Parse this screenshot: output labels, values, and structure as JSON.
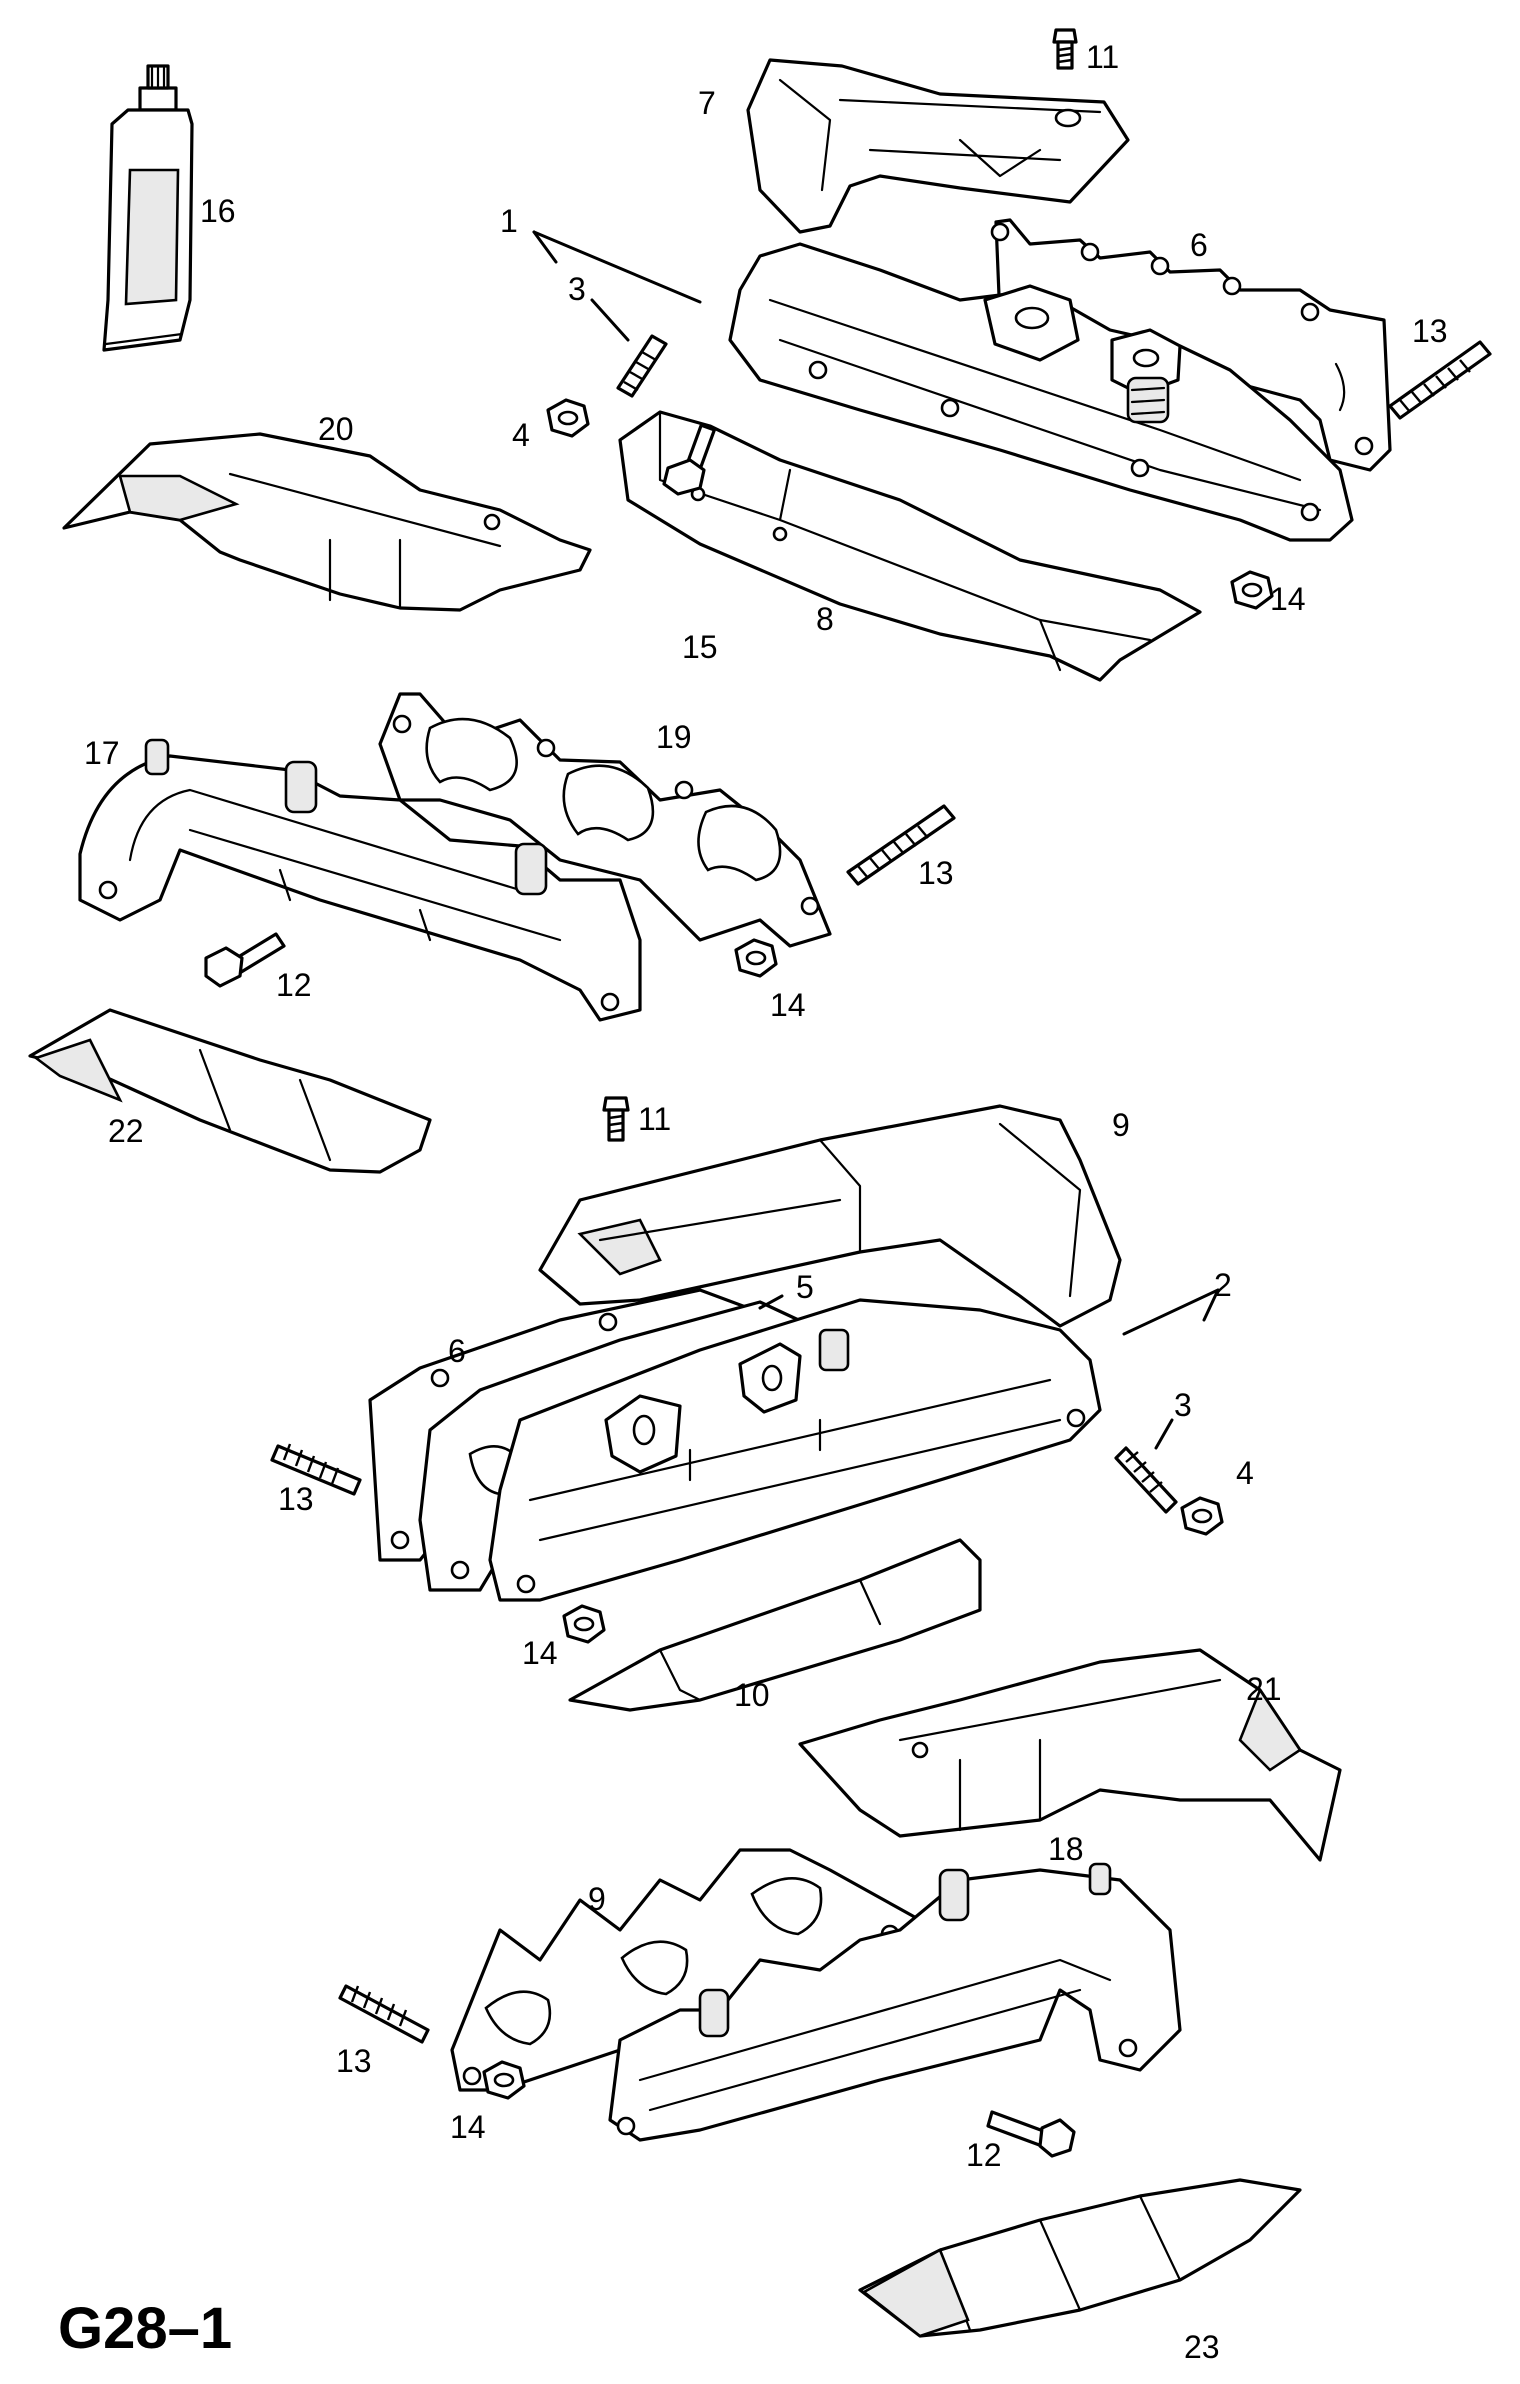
{
  "diagram_id": "G28–1",
  "callouts": [
    {
      "key": "c1",
      "label": "1"
    },
    {
      "key": "c3a",
      "label": "3"
    },
    {
      "key": "c4a",
      "label": "4"
    },
    {
      "key": "c6a",
      "label": "6"
    },
    {
      "key": "c7",
      "label": "7"
    },
    {
      "key": "c8",
      "label": "8"
    },
    {
      "key": "c11a",
      "label": "11"
    },
    {
      "key": "c13a",
      "label": "13"
    },
    {
      "key": "c14a",
      "label": "14"
    },
    {
      "key": "c15",
      "label": "15"
    },
    {
      "key": "c16",
      "label": "16"
    },
    {
      "key": "c20",
      "label": "20"
    },
    {
      "key": "c17",
      "label": "17"
    },
    {
      "key": "c19",
      "label": "19"
    },
    {
      "key": "c13b",
      "label": "13"
    },
    {
      "key": "c12a",
      "label": "12"
    },
    {
      "key": "c14b",
      "label": "14"
    },
    {
      "key": "c22",
      "label": "22"
    },
    {
      "key": "c11b",
      "label": "11"
    },
    {
      "key": "c9a",
      "label": "9"
    },
    {
      "key": "c5",
      "label": "5"
    },
    {
      "key": "c2",
      "label": "2"
    },
    {
      "key": "c6b",
      "label": "6"
    },
    {
      "key": "c3b",
      "label": "3"
    },
    {
      "key": "c4b",
      "label": "4"
    },
    {
      "key": "c13c",
      "label": "13"
    },
    {
      "key": "c14c",
      "label": "14"
    },
    {
      "key": "c10",
      "label": "10"
    },
    {
      "key": "c21",
      "label": "21"
    },
    {
      "key": "c9b",
      "label": "9"
    },
    {
      "key": "c18",
      "label": "18"
    },
    {
      "key": "c13d",
      "label": "13"
    },
    {
      "key": "c12b",
      "label": "12"
    },
    {
      "key": "c14d",
      "label": "14"
    },
    {
      "key": "c23",
      "label": "23"
    }
  ]
}
